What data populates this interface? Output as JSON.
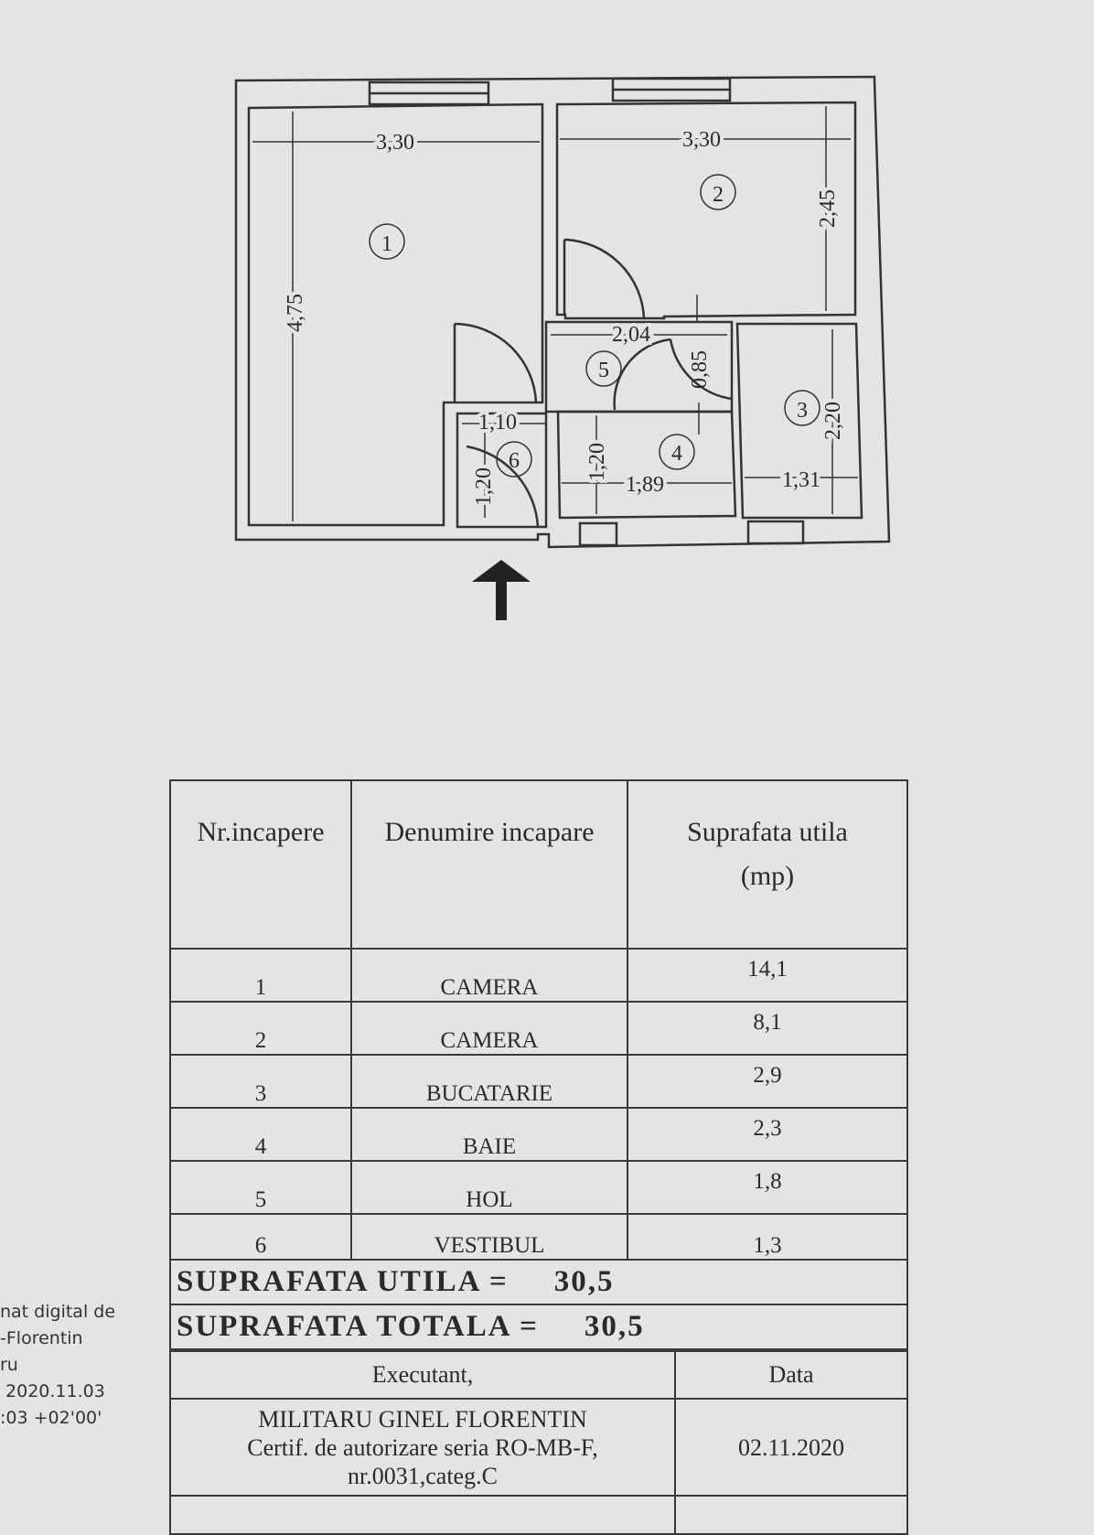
{
  "plan": {
    "rooms": [
      "1",
      "2",
      "3",
      "4",
      "5",
      "6"
    ],
    "dimensions": {
      "room1_width": "3,30",
      "room1_length": "4,75",
      "room2_width": "3,30",
      "room2_length": "2,45",
      "hall_width": "2,04",
      "hall_depth": "0,85",
      "room3_length": "2,20",
      "room3_width": "1,31",
      "room4_width": "1,89",
      "room4_length": "1,20",
      "room6_width": "1,10",
      "room6_length": "1,20"
    },
    "entrance": "arrow-up-icon"
  },
  "signature": [
    "nat digital de",
    "-Florentin",
    "ru",
    " 2020.11.03",
    ":03 +02'00'"
  ],
  "table": {
    "headers": [
      "Nr.incapere",
      "Denumire incapare",
      "Suprafata utila",
      "(mp)"
    ],
    "rows": [
      {
        "nr": "1",
        "name": "CAMERA",
        "area": "14,1"
      },
      {
        "nr": "2",
        "name": "CAMERA",
        "area": "8,1"
      },
      {
        "nr": "3",
        "name": "BUCATARIE",
        "area": "2,9"
      },
      {
        "nr": "4",
        "name": "BAIE",
        "area": "2,3"
      },
      {
        "nr": "5",
        "name": "HOL",
        "area": "1,8"
      },
      {
        "nr": "6",
        "name": "VESTIBUL",
        "area": "1,3"
      }
    ],
    "utila_label": "SUPRAFATA UTILA =",
    "utila_value": "30,5",
    "totala_label": "SUPRAFATA TOTALA =",
    "totala_value": "30,5",
    "executant_label": "Executant,",
    "data_label": "Data",
    "executant_name": "MILITARU GINEL FLORENTIN",
    "certificate_line1": "Certif. de autorizare seria RO-MB-F,",
    "certificate_line2": "nr.0031,categ.C",
    "date": "02.11.2020"
  }
}
